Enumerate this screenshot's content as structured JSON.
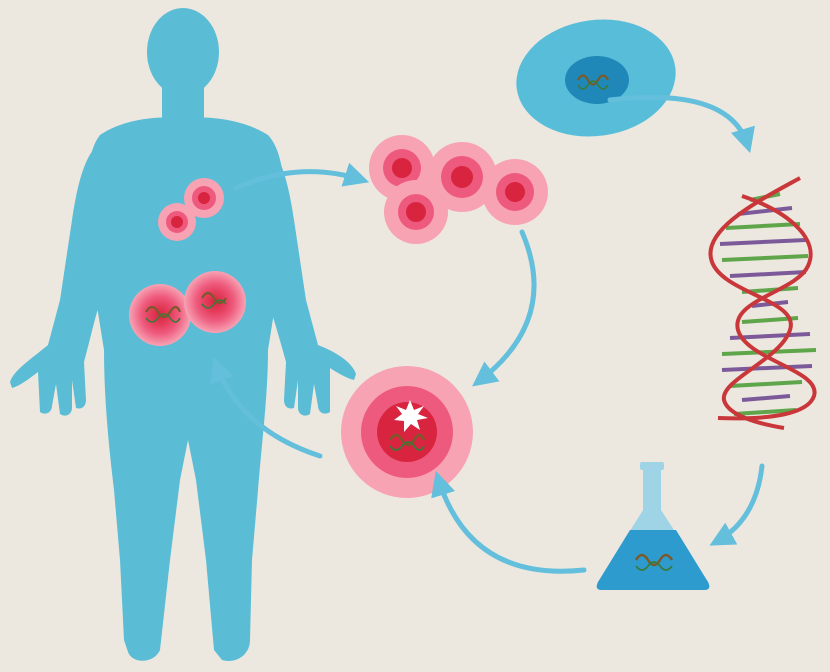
{
  "colors": {
    "paper": "#ece8df",
    "body": "#5bbcd6",
    "cell_outer": "#f7a3b4",
    "cell_mid": "#ee5a7d",
    "cell_core": "#d8243f",
    "stem_cell": "#58bdd8",
    "stem_nucleus": "#1f88b8",
    "arrow": "#63bfdc",
    "dna_backbone": "#c9373a",
    "dna_green": "#5fa54a",
    "dna_purple": "#7c5a9a",
    "flask_liquid": "#2e9bcf",
    "flask_glass": "#9fd4e6"
  },
  "nodes": [
    {
      "id": "human-body",
      "depicts": "human-silhouette"
    },
    {
      "id": "body-blood-cells",
      "depicts": "red-blood-cells-in-body"
    },
    {
      "id": "body-diseased-cells",
      "depicts": "cells-with-defective-dna"
    },
    {
      "id": "extracted-cells",
      "depicts": "cluster-of-red-cells"
    },
    {
      "id": "stem-cell",
      "depicts": "cell-with-nucleus-and-dna"
    },
    {
      "id": "dna-helix",
      "depicts": "dna-double-helix"
    },
    {
      "id": "culture-flask",
      "depicts": "flask-with-dna"
    },
    {
      "id": "modified-cell",
      "depicts": "cell-receiving-corrected-dna"
    }
  ],
  "edges": [
    {
      "from": "body-blood-cells",
      "to": "extracted-cells"
    },
    {
      "from": "extracted-cells",
      "to": "modified-cell"
    },
    {
      "from": "stem-cell",
      "to": "dna-helix"
    },
    {
      "from": "dna-helix",
      "to": "culture-flask"
    },
    {
      "from": "culture-flask",
      "to": "modified-cell"
    },
    {
      "from": "modified-cell",
      "to": "body-diseased-cells"
    }
  ]
}
